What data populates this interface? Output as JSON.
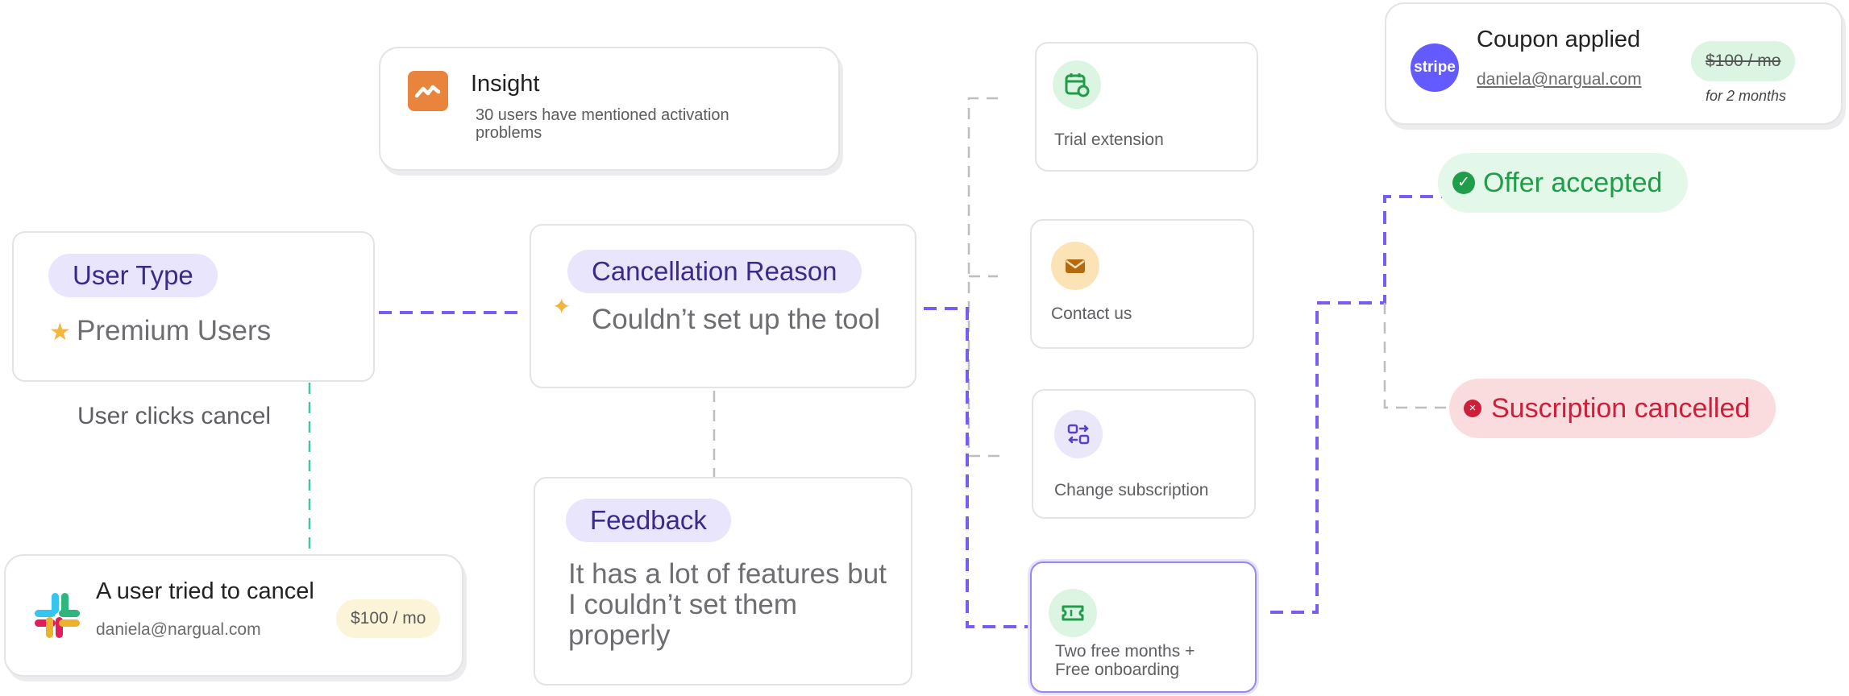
{
  "insight": {
    "title": "Insight",
    "text": "30 users have mentioned activation problems"
  },
  "user_type": {
    "pill": "User Type",
    "value": "Premium Users",
    "caption": "User clicks cancel"
  },
  "cancellation": {
    "pill": "Cancellation Reason",
    "value": "Couldn’t set up the tool"
  },
  "feedback": {
    "pill": "Feedback",
    "value": "It has a lot of features but I couldn’t set them properly"
  },
  "cancel_event": {
    "title": "A user tried to cancel",
    "email": "daniela@nargual.com",
    "price": "$100 / mo"
  },
  "options": [
    {
      "label": "Trial extension",
      "icon": "calendar-clock-icon"
    },
    {
      "label": "Contact us",
      "icon": "envelope-icon"
    },
    {
      "label": "Change subscription",
      "icon": "switch-icon"
    },
    {
      "label": "Two free months + Free onboarding",
      "icon": "ticket-icon"
    }
  ],
  "coupon": {
    "brand": "stripe",
    "title": "Coupon applied",
    "email": "daniela@nargual.com",
    "old_price": "$100 / mo",
    "duration": "for 2 months"
  },
  "results": {
    "accepted": "Offer accepted",
    "cancelled": "Suscription cancelled"
  },
  "colors": {
    "accent_purple": "#7b5cf0",
    "teal_line": "#3cc8a8",
    "success_green": "#1f9d48",
    "danger_red": "#cc1f3a",
    "insight_orange": "#e8843c",
    "stripe_purple": "#635bff"
  }
}
